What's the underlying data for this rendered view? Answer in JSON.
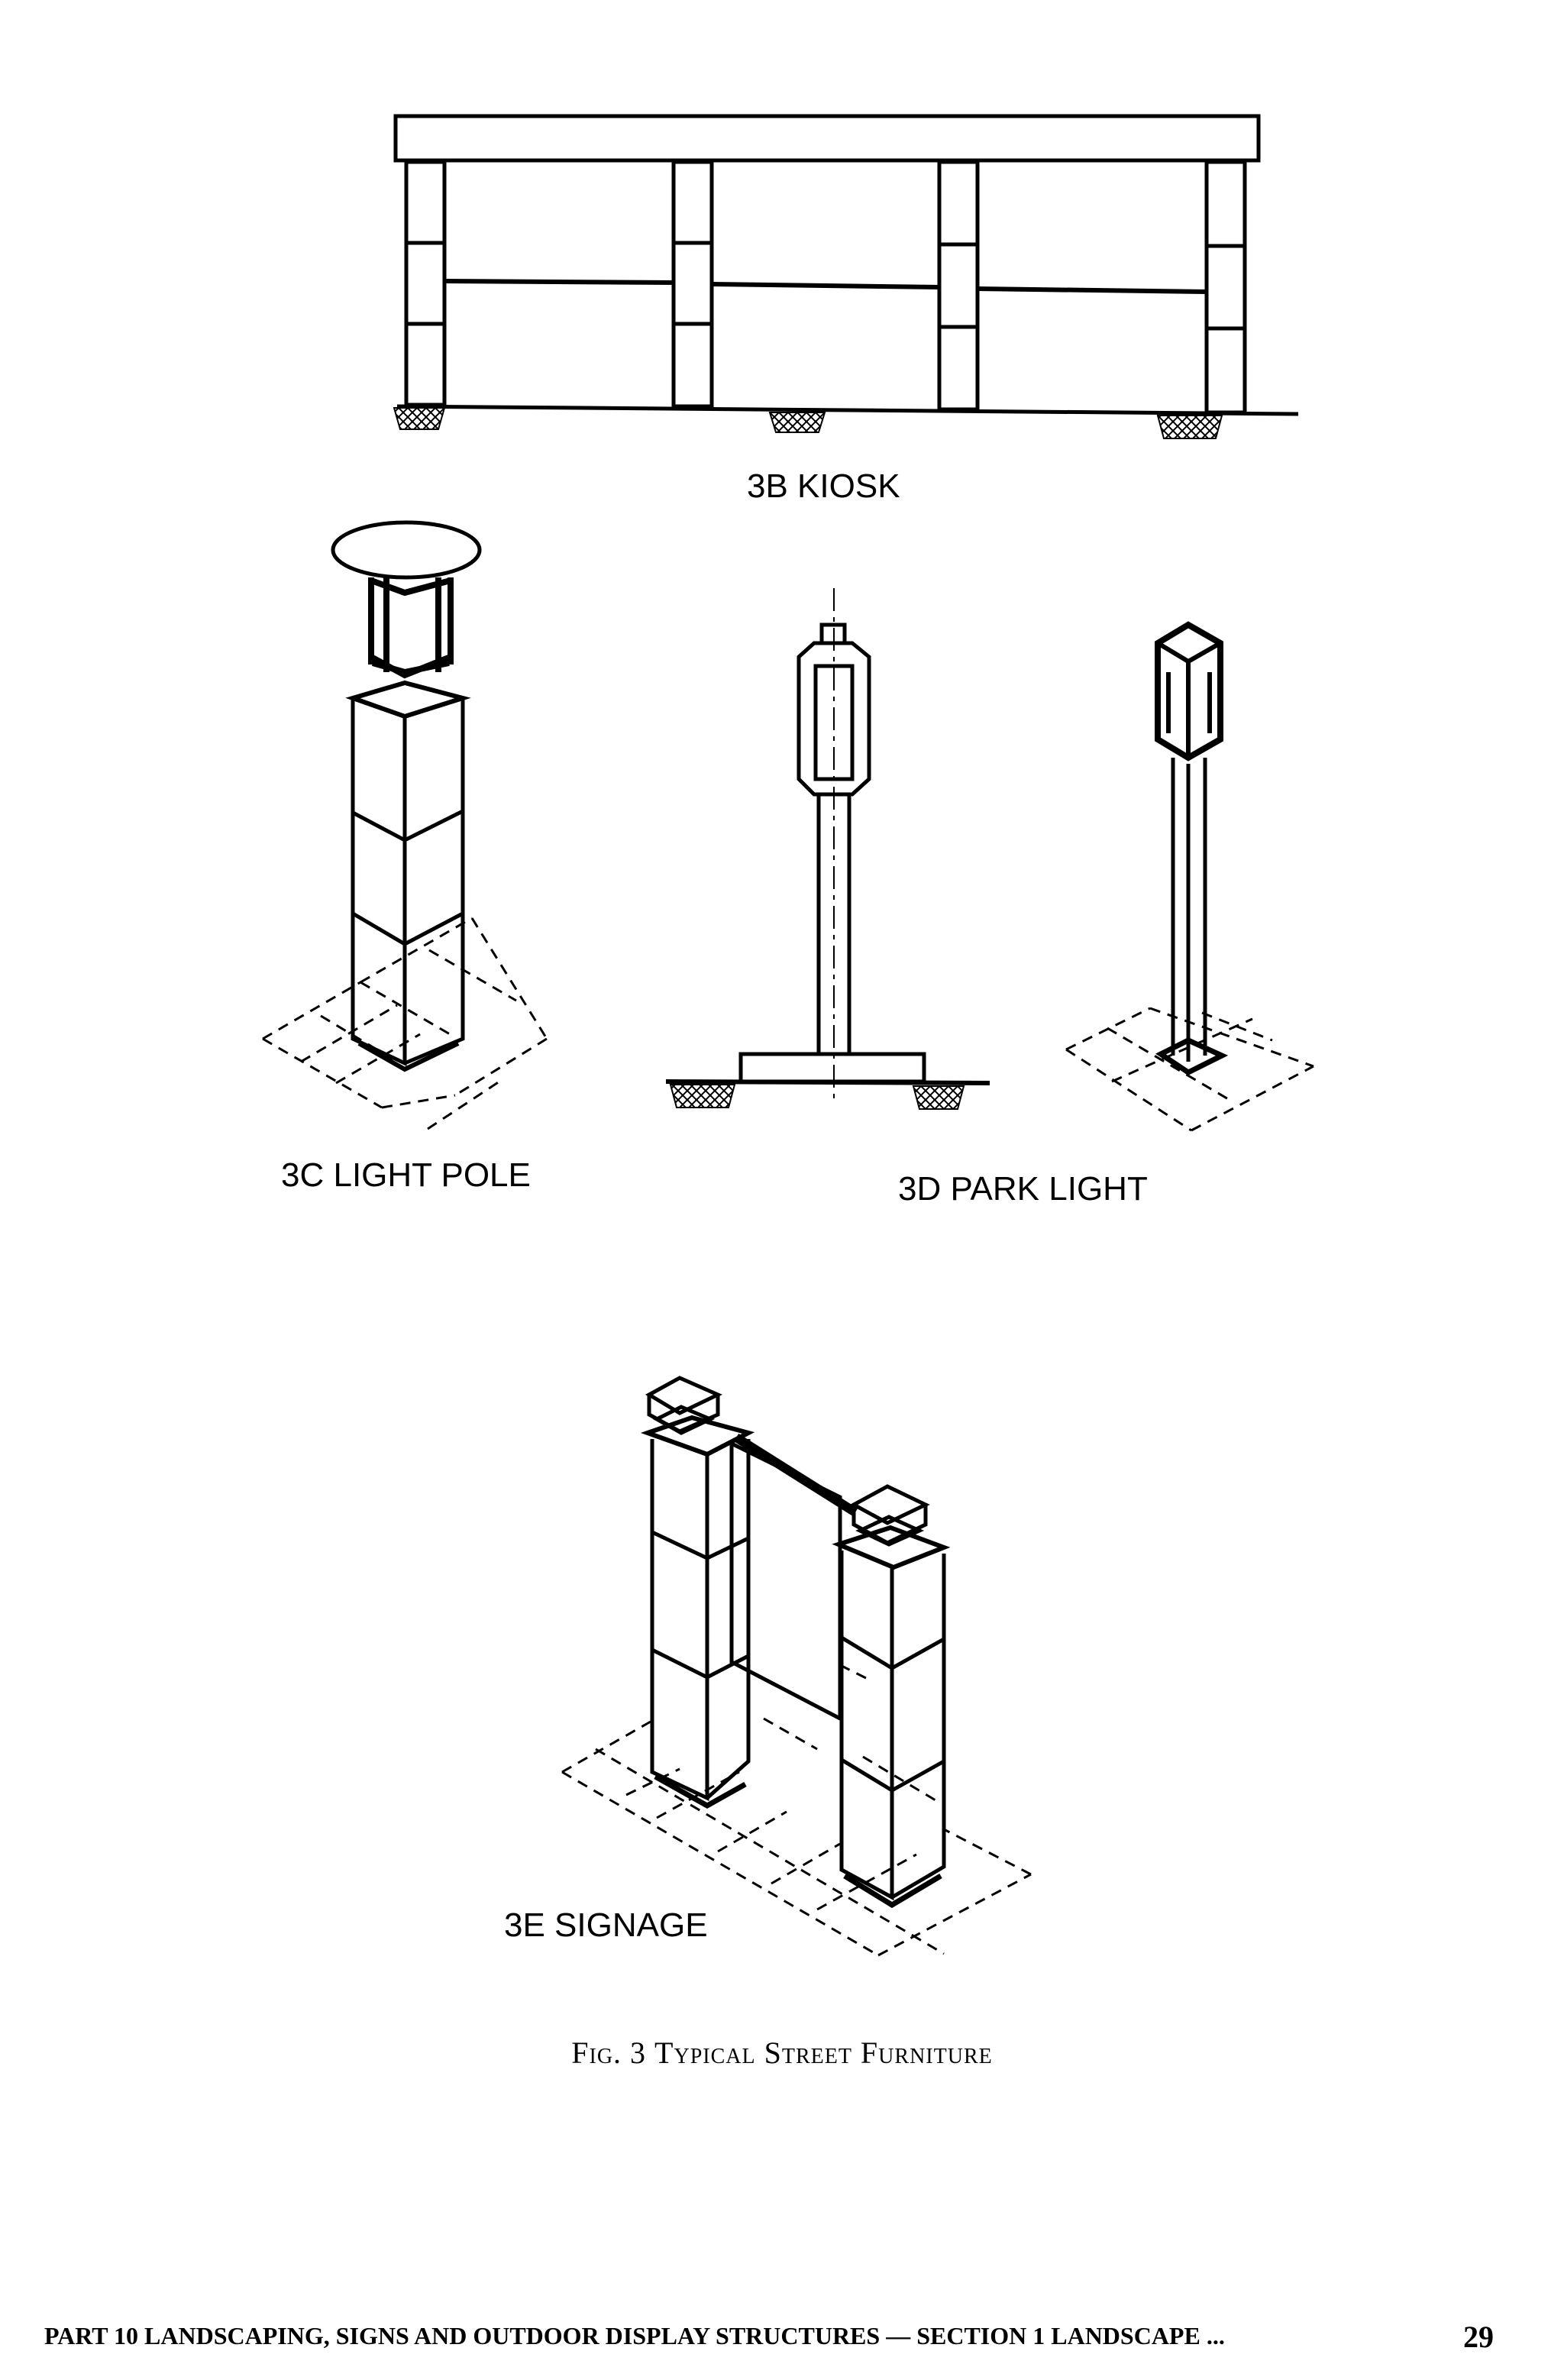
{
  "labels": {
    "kiosk": "3B KIOSK",
    "light_pole": "3C LIGHT POLE",
    "park_light": "3D PARK LIGHT",
    "signage": "3E SIGNAGE"
  },
  "caption": {
    "prefix": "Fig. 3",
    "title": "Typical Street Furniture"
  },
  "footer": {
    "text": "PART 10 LANDSCAPING, SIGNS AND OUTDOOR DISPLAY STRUCTURES — SECTION 1 LANDSCAPE ...",
    "page_number": "29"
  },
  "colors": {
    "ink": "#000000",
    "paper": "#ffffff"
  }
}
